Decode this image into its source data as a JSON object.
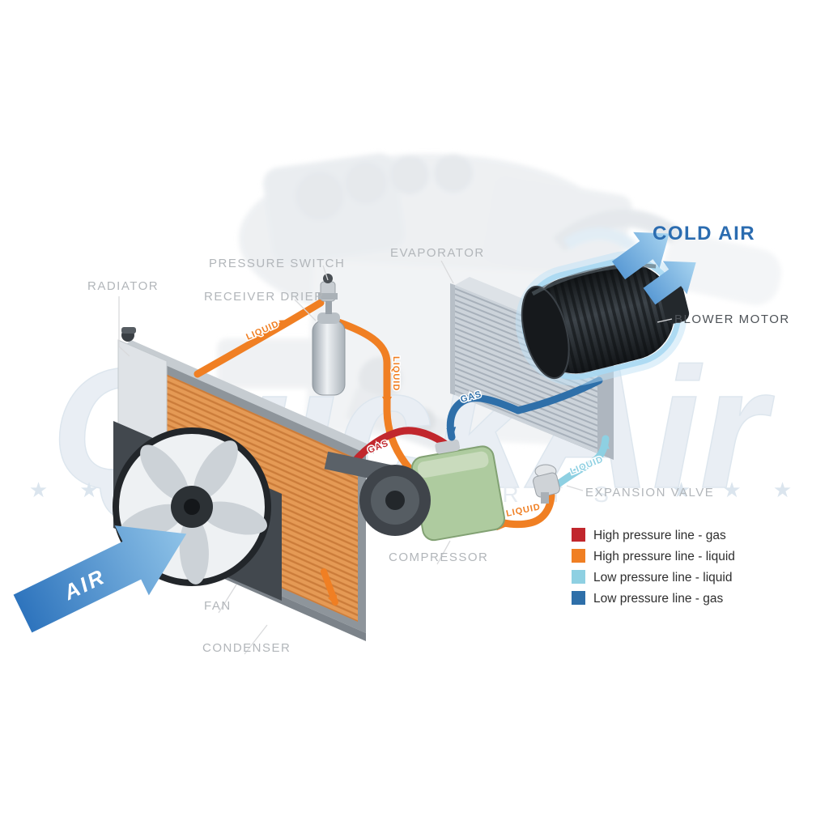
{
  "watermark": {
    "brand": "QuickAir",
    "sub": "AUTO PARTS",
    "stars_left": "★ ★ ★",
    "stars_right": "★ ★ ★"
  },
  "labels": {
    "radiator": "RADIATOR",
    "pressure_switch": "PRESSURE SWITCH",
    "receiver_drier": "RECEIVER DRIER",
    "evaporator": "EVAPORATOR",
    "cold_air": "COLD AIR",
    "blower_motor": "BLOWER MOTOR",
    "expansion_valve": "EXPANSION VALVE",
    "compressor": "COMPRESSOR",
    "fan": "FAN",
    "condenser": "CONDENSER",
    "air": "AIR"
  },
  "pipe_labels": {
    "hp_liquid_condenser_to_drier": "LIQUID",
    "hp_liquid_drier_down": "LIQUID",
    "hp_liquid_to_expansion_valve": "LIQUID",
    "hp_gas_compressor_to_condenser": "GAS",
    "lp_gas_evaporator_to_compressor": "GAS",
    "lp_liquid_valve_to_evaporator": "LIQUID"
  },
  "legend": {
    "items": [
      {
        "color": "#c1272d",
        "label": "High pressure line - gas"
      },
      {
        "color": "#f07f23",
        "label": "High pressure line - liquid"
      },
      {
        "color": "#8ed0e2",
        "label": "Low pressure line - liquid"
      },
      {
        "color": "#2e6fa9",
        "label": "Low pressure line -  gas"
      }
    ]
  },
  "colors": {
    "hp_gas": "#c1272d",
    "hp_liquid": "#f07f23",
    "lp_liquid": "#8ed0e2",
    "lp_gas": "#2e6fa9",
    "cold_air_text": "#2b6cb0",
    "air_arrow": "#2e74bd"
  }
}
